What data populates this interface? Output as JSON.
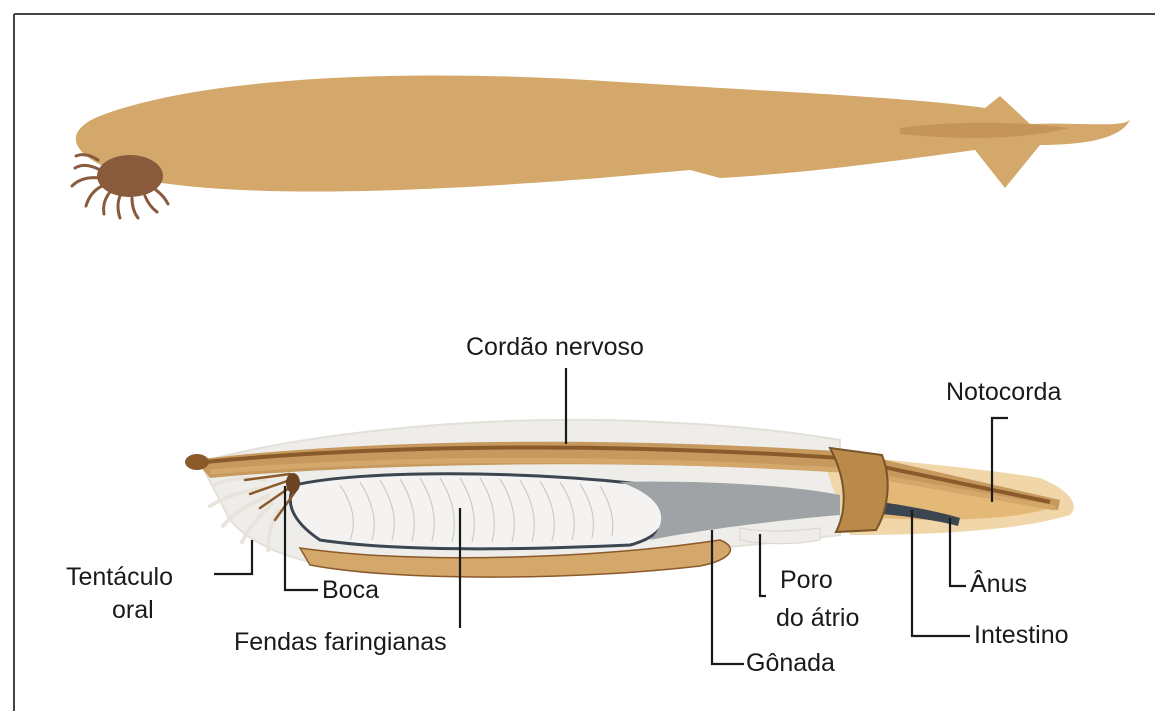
{
  "labels": {
    "cordao_nervoso": "Cordão nervoso",
    "notocorda": "Notocorda",
    "tentaculo_line1": "Tentáculo",
    "tentaculo_line2": "oral",
    "boca": "Boca",
    "fendas": "Fendas faringianas",
    "poro_line1": "Poro",
    "poro_line2": "do átrio",
    "anus": "Ânus",
    "intestino": "Intestino",
    "gonada": "Gônada"
  },
  "colors": {
    "body_tan": "#D4A76B",
    "body_dark": "#C69A5E",
    "tentacle_brown": "#8A5A3C",
    "nerve_brown": "#8B5A2B",
    "gut_grey": "#9FA3A6",
    "gill_white": "#EEEDEA",
    "outline_light": "#E3E0DA",
    "frame": "#444444"
  }
}
